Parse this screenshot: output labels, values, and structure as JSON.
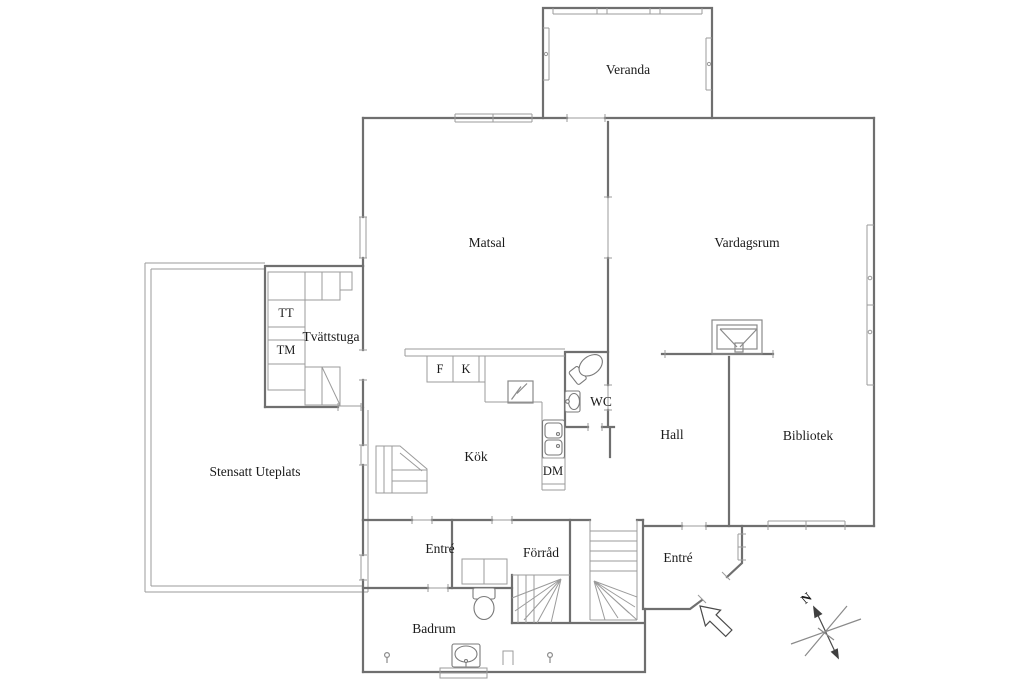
{
  "plan": {
    "background": "#ffffff",
    "wall_color": "#6f6f6f",
    "thin_line_color": "#9b9b9b",
    "text_color": "#1b1b1b",
    "rooms": {
      "veranda": "Veranda",
      "matsal": "Matsal",
      "vardagsrum": "Vardagsrum",
      "tvattstuga": "Tvättstuga",
      "stensatt_uteplats": "Stensatt Uteplats",
      "kok": "Kök",
      "hall": "Hall",
      "bibliotek": "Bibliotek",
      "wc": "WC",
      "entre_left": "Entré",
      "forrad": "Förråd",
      "entre_right": "Entré",
      "badrum": "Badrum"
    },
    "appliances": {
      "tt": "TT",
      "tm": "TM",
      "f": "F",
      "k": "K",
      "dm": "DM"
    },
    "compass": {
      "north": "N"
    }
  }
}
